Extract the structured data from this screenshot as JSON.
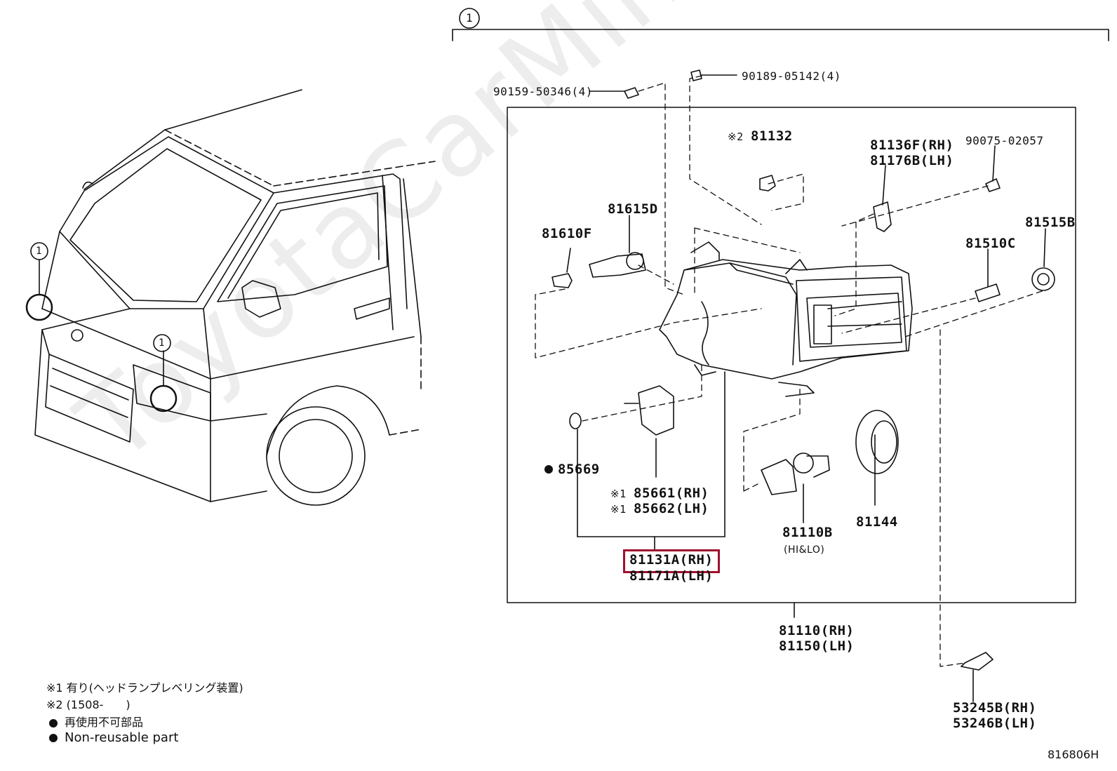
{
  "callout_number": "1",
  "watermark": "ToyotaCarMine.ru",
  "parts": {
    "screw_90159": "90159-50346(4)",
    "nut_90189": "90189-05142(4)",
    "p81132_mark": "※2",
    "p81132": "81132",
    "p81136f": "81136F(RH)",
    "p81176b": "81176B(LH)",
    "p90075": "90075-02057",
    "p81615d": "81615D",
    "p81610f": "81610F",
    "p81515b": "81515B",
    "p81510c": "81510C",
    "p85669": "85669",
    "p85661_mark": "※1",
    "p85661": "85661(RH)",
    "p85662_mark": "※1",
    "p85662": "85662(LH)",
    "p81110b": "81110B",
    "p81110b_sub": "(HI&LO)",
    "p81144": "81144",
    "p81131a": "81131A(RH)",
    "p81171a": "81171A(LH)",
    "p81110": "81110(RH)",
    "p81150": "81150(LH)",
    "p53245b": "53245B(RH)",
    "p53246b": "53246B(LH)"
  },
  "notes": {
    "note1": "※1 有り(ヘッドランプレベリング装置)",
    "note2": "※2 (1508-　　)",
    "note3": "再使用不可部品",
    "note4": "Non-reusable part"
  },
  "diagram_id": "816806H",
  "colors": {
    "highlight": "#a0102e",
    "line": "#111111"
  }
}
